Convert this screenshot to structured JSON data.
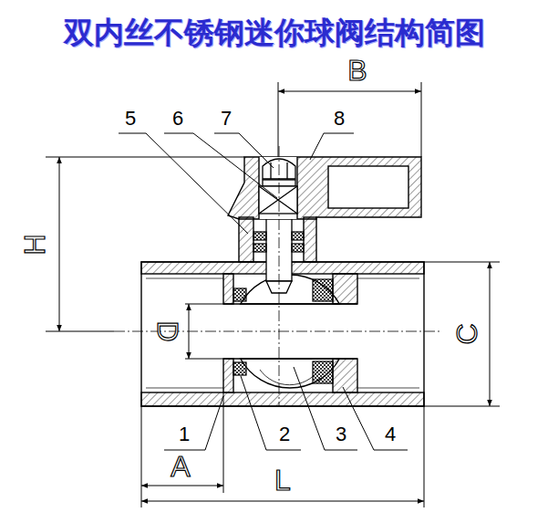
{
  "diagram": {
    "title": "双内丝不锈钢迷你球阀结构简图",
    "labels": [
      "B",
      "5",
      "6",
      "7",
      "8",
      "H",
      "D",
      "C",
      "1",
      "2",
      "3",
      "4",
      "A",
      "L"
    ]
  }
}
